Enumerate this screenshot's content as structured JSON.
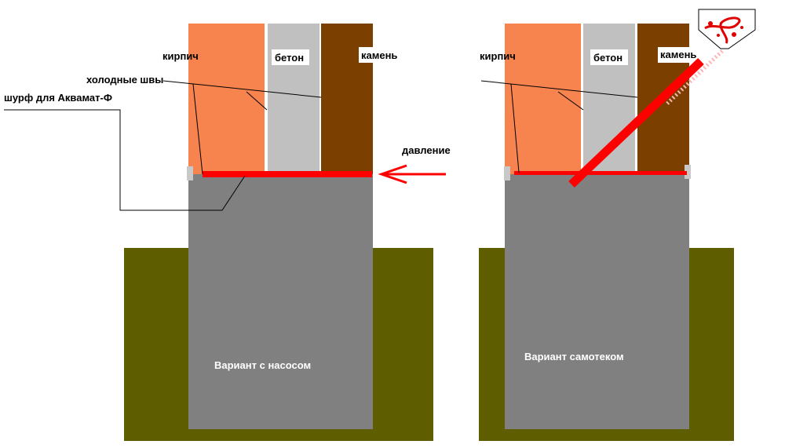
{
  "left": {
    "labels": {
      "brick": "кирпич",
      "concrete": "бетон",
      "stone": "камень",
      "cold_seams": "холодные швы",
      "pit": "шурф для Аквамат-Ф",
      "pressure": "давление",
      "caption": "Вариант с насосом"
    }
  },
  "right": {
    "labels": {
      "brick": "кирпич",
      "concrete": "бетон",
      "stone": "камень",
      "caption": "Вариант самотеком"
    }
  },
  "colors": {
    "brick": "#f7844e",
    "concrete": "#c0c0c0",
    "stone": "#7b3f00",
    "foundation": "#808080",
    "soil": "#5e5e00",
    "injection": "#ff0000"
  }
}
